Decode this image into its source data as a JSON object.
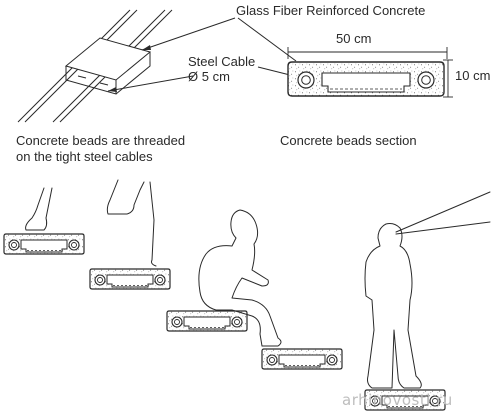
{
  "labels": {
    "gfrc": "Glass Fiber Reinforced Concrete",
    "width": "50 cm",
    "height": "10 cm",
    "cable_title": "Steel Cable",
    "cable_diameter": "Ø 5 cm",
    "threaded_line1": "Concrete beads are threaded",
    "threaded_line2": "on the tight steel cables",
    "section": "Concrete beads section"
  },
  "watermark": "arhinovosti.ru",
  "colors": {
    "ink": "#2a2a2a",
    "speckle": "#6a6a6a",
    "watermark": "#bdbdbd"
  }
}
